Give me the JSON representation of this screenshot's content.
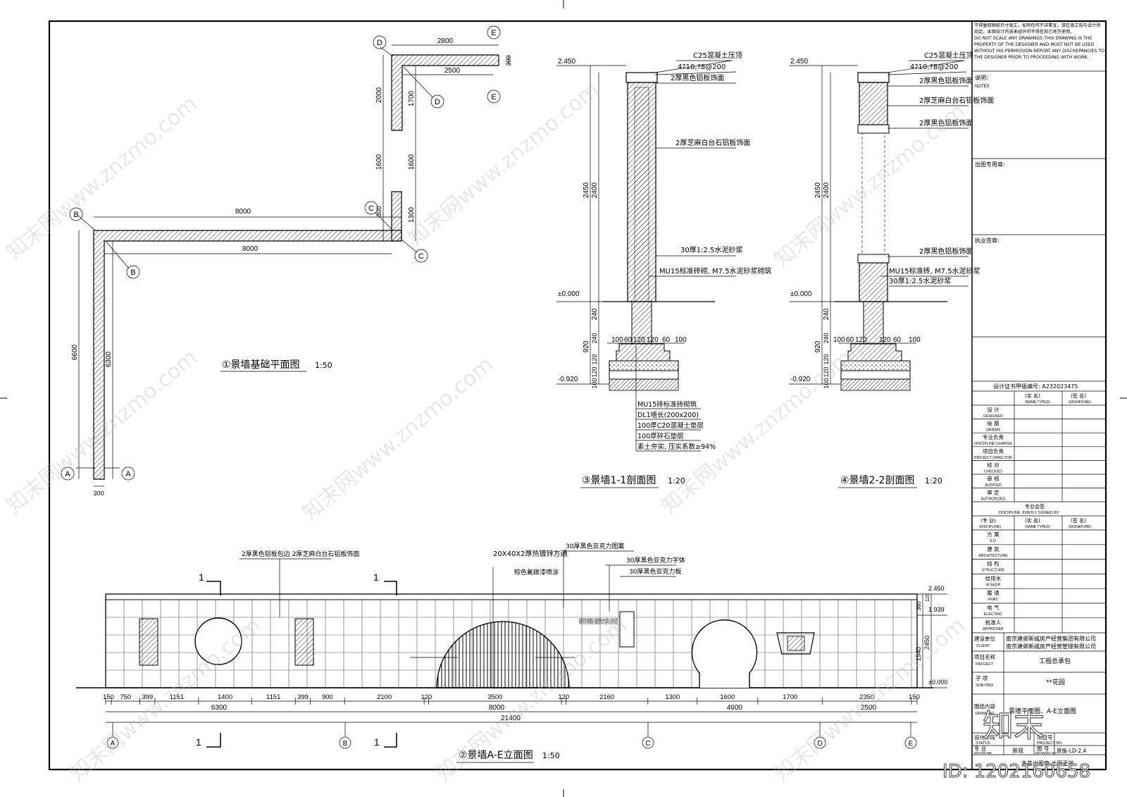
{
  "plan": {
    "title": "①景墙基础平面图",
    "scale": "1:50",
    "dims": {
      "top_long": "8000",
      "inner_long": "8000",
      "top_short": "2800",
      "inner_short": "2500",
      "left_outer": "6600",
      "left_inner": "6300",
      "bottom_width": "300",
      "right_2000": "2000",
      "right_1700": "1700",
      "right_1600a": "1600",
      "right_1600b": "1600",
      "right_1300": "1300",
      "right_300": "300",
      "top_right_300": "300"
    },
    "axes": [
      "A",
      "B",
      "C",
      "D",
      "E"
    ]
  },
  "section1": {
    "title": "③景墙1-1剖面图",
    "scale": "1:20",
    "elev_top": "2.450",
    "elev_zero": "±0.000",
    "elev_bottom": "-0.920",
    "notes": [
      "C25混凝土压顶",
      "4?10,?8@200",
      "2厚黑色铝板饰面",
      "2厚芝麻白台石铝板饰面",
      "30厚1:2.5水泥砂浆",
      "MU15标准砖砌, M7.5水泥砂浆砌筑"
    ],
    "foundation_notes": [
      "MU15砖标准砖砌筑",
      "DL1墙长(200x200)",
      "100厚C20混凝土垫层",
      "100厚碎石垫层",
      "素土夯实, 压实系数≥94%"
    ],
    "dims_v": [
      "2450",
      "2400",
      "240",
      "920",
      "240",
      "120",
      "120",
      "100"
    ],
    "dims_h": [
      "100",
      "60",
      "120",
      "120",
      "60",
      "100"
    ]
  },
  "section2": {
    "title": "④景墙2-2剖面图",
    "scale": "1:20",
    "elev_top": "2.450",
    "elev_zero": "±0.000",
    "elev_bottom": "-0.920",
    "notes": [
      "C25混凝土压顶",
      "4?10,?8@200",
      "2厚黑色铝板饰面",
      "2厚芝麻白台石铝板饰面",
      "2厚黑色铝板饰面",
      "MU15标准砖, M7.5水泥砂浆",
      "30厚1:2.5水泥砂浆"
    ]
  },
  "elevation": {
    "title": "②景墙A-E立面图",
    "scale": "1:50",
    "notes": [
      "2厚黑色铝板包边 2厚芝麻白台石铝板饰面",
      "20X40X2厚热镀锌方通",
      "棕色氟碳漆喷涂",
      "30厚黑色亚克力图案",
      "30厚黑色亚克力字体",
      "30厚黑色亚克力板"
    ],
    "dims_row1": [
      "150",
      "750",
      "399",
      "1151",
      "1400",
      "1151",
      "399",
      "900",
      "2100",
      "120",
      "3500",
      "120",
      "2160",
      "1300",
      "1600",
      "1700",
      "2350",
      "150"
    ],
    "dims_row2": [
      "6300",
      "8000",
      "4600",
      "2500"
    ],
    "dims_total": "21400",
    "elev_right": [
      "2.450",
      "1.939",
      "±0.000"
    ],
    "dims_right": [
      "360",
      "120",
      "2450",
      "1940"
    ],
    "section_mark": "1",
    "axes": [
      "A",
      "B",
      "C",
      "D",
      "E"
    ],
    "poem": "探韵月影落 转瞬庭院间 逸趣悠然情 丝竹留声远 漫步清风里"
  },
  "titleblock": {
    "notice_cn": "不得量取图纸尺寸施工，如有任何不详事宜，请在施工前与设计师商定。本图设计内容未经许可不得在其它地方使用。",
    "notice_en": "DO NOT SCALE ANY DRAWINGS.THIS DRAWING IS THE PROPERTY OF THE DESIGNER AND MUST NOT BE USED WITHOUT HIS PERMISSION.REPORT ANY DISCREPANCIES TO THE DESIGNER PRIOR TO PROCEEDING WITH WORK.",
    "notes_label": "说明:",
    "notes_label_en": "NOTES",
    "stamp_label": "出图专用章:",
    "reg_label": "执业签章:",
    "cert": "设计证书甲级编号: A232023475",
    "col_name": "(实 名)",
    "col_name_en": "(NAME TYPED)",
    "col_sign": "(签 名)",
    "col_sign_en": "(SIGNATURE)",
    "roles": [
      {
        "cn": "设 计",
        "en": "DESIGNED"
      },
      {
        "cn": "绘 图",
        "en": "DRAWN"
      },
      {
        "cn": "专业负责",
        "en": "DISCIPLINE CHARGE"
      },
      {
        "cn": "项目负责",
        "en": "PROJECT DIRECTOR"
      },
      {
        "cn": "校 对",
        "en": "CHECKED"
      },
      {
        "cn": "审 核",
        "en": "AUDITED"
      },
      {
        "cn": "审 定",
        "en": "AUTHORIZED"
      }
    ],
    "cosign_cn": "专业会签",
    "cosign_en": "DISCIPLINE JOINTLY SIGNED BY",
    "cosign_col1": "(专 业)",
    "cosign_col1_en": "(DISCIPLINE)",
    "disciplines": [
      {
        "cn": "方 案",
        "en": "S.D."
      },
      {
        "cn": "建 筑",
        "en": "ARCHITECTURE"
      },
      {
        "cn": "结 构",
        "en": "STRUCTURE"
      },
      {
        "cn": "给排水",
        "en": "W.S&DR"
      },
      {
        "cn": "暖 通",
        "en": "HVAC"
      },
      {
        "cn": "电 气",
        "en": "ELECTRIC"
      },
      {
        "cn": "批准人",
        "en": "APPROVER"
      }
    ],
    "client_label": "建设单位",
    "client_label_en": "CLIENT",
    "client_1": "南京建邺新城房产经营集团有限公司",
    "client_2": "南京建邺新城房产经营管理有限公司",
    "project_label": "项目名称",
    "project_label_en": "PROJECT",
    "project": "工程总承包",
    "sub_label": "子 项",
    "sub_label_en": "SUB-PRO",
    "sub": "**花园",
    "content_label": "图纸内容",
    "content_label_en": "DRAWING",
    "content": "景墙平面图、A-E立面图",
    "status_label": "设计阶段",
    "status_label_en": "STATUS",
    "projno_label": "项目号",
    "projno_label_en": "PROJECT NO.",
    "disc_label": "专 业",
    "disc_label_en": "DISCIPLINE",
    "disc": "景观",
    "dwgno_label": "图 号",
    "dwgno_label_en": "DRAWING NO.",
    "dwgno": "景施-LD-2.4",
    "footer": "未盖出图章 出图无效",
    "brand": "知末",
    "id_text": "ID: 1202160658"
  },
  "watermark": "知末网www.znzmo.com"
}
